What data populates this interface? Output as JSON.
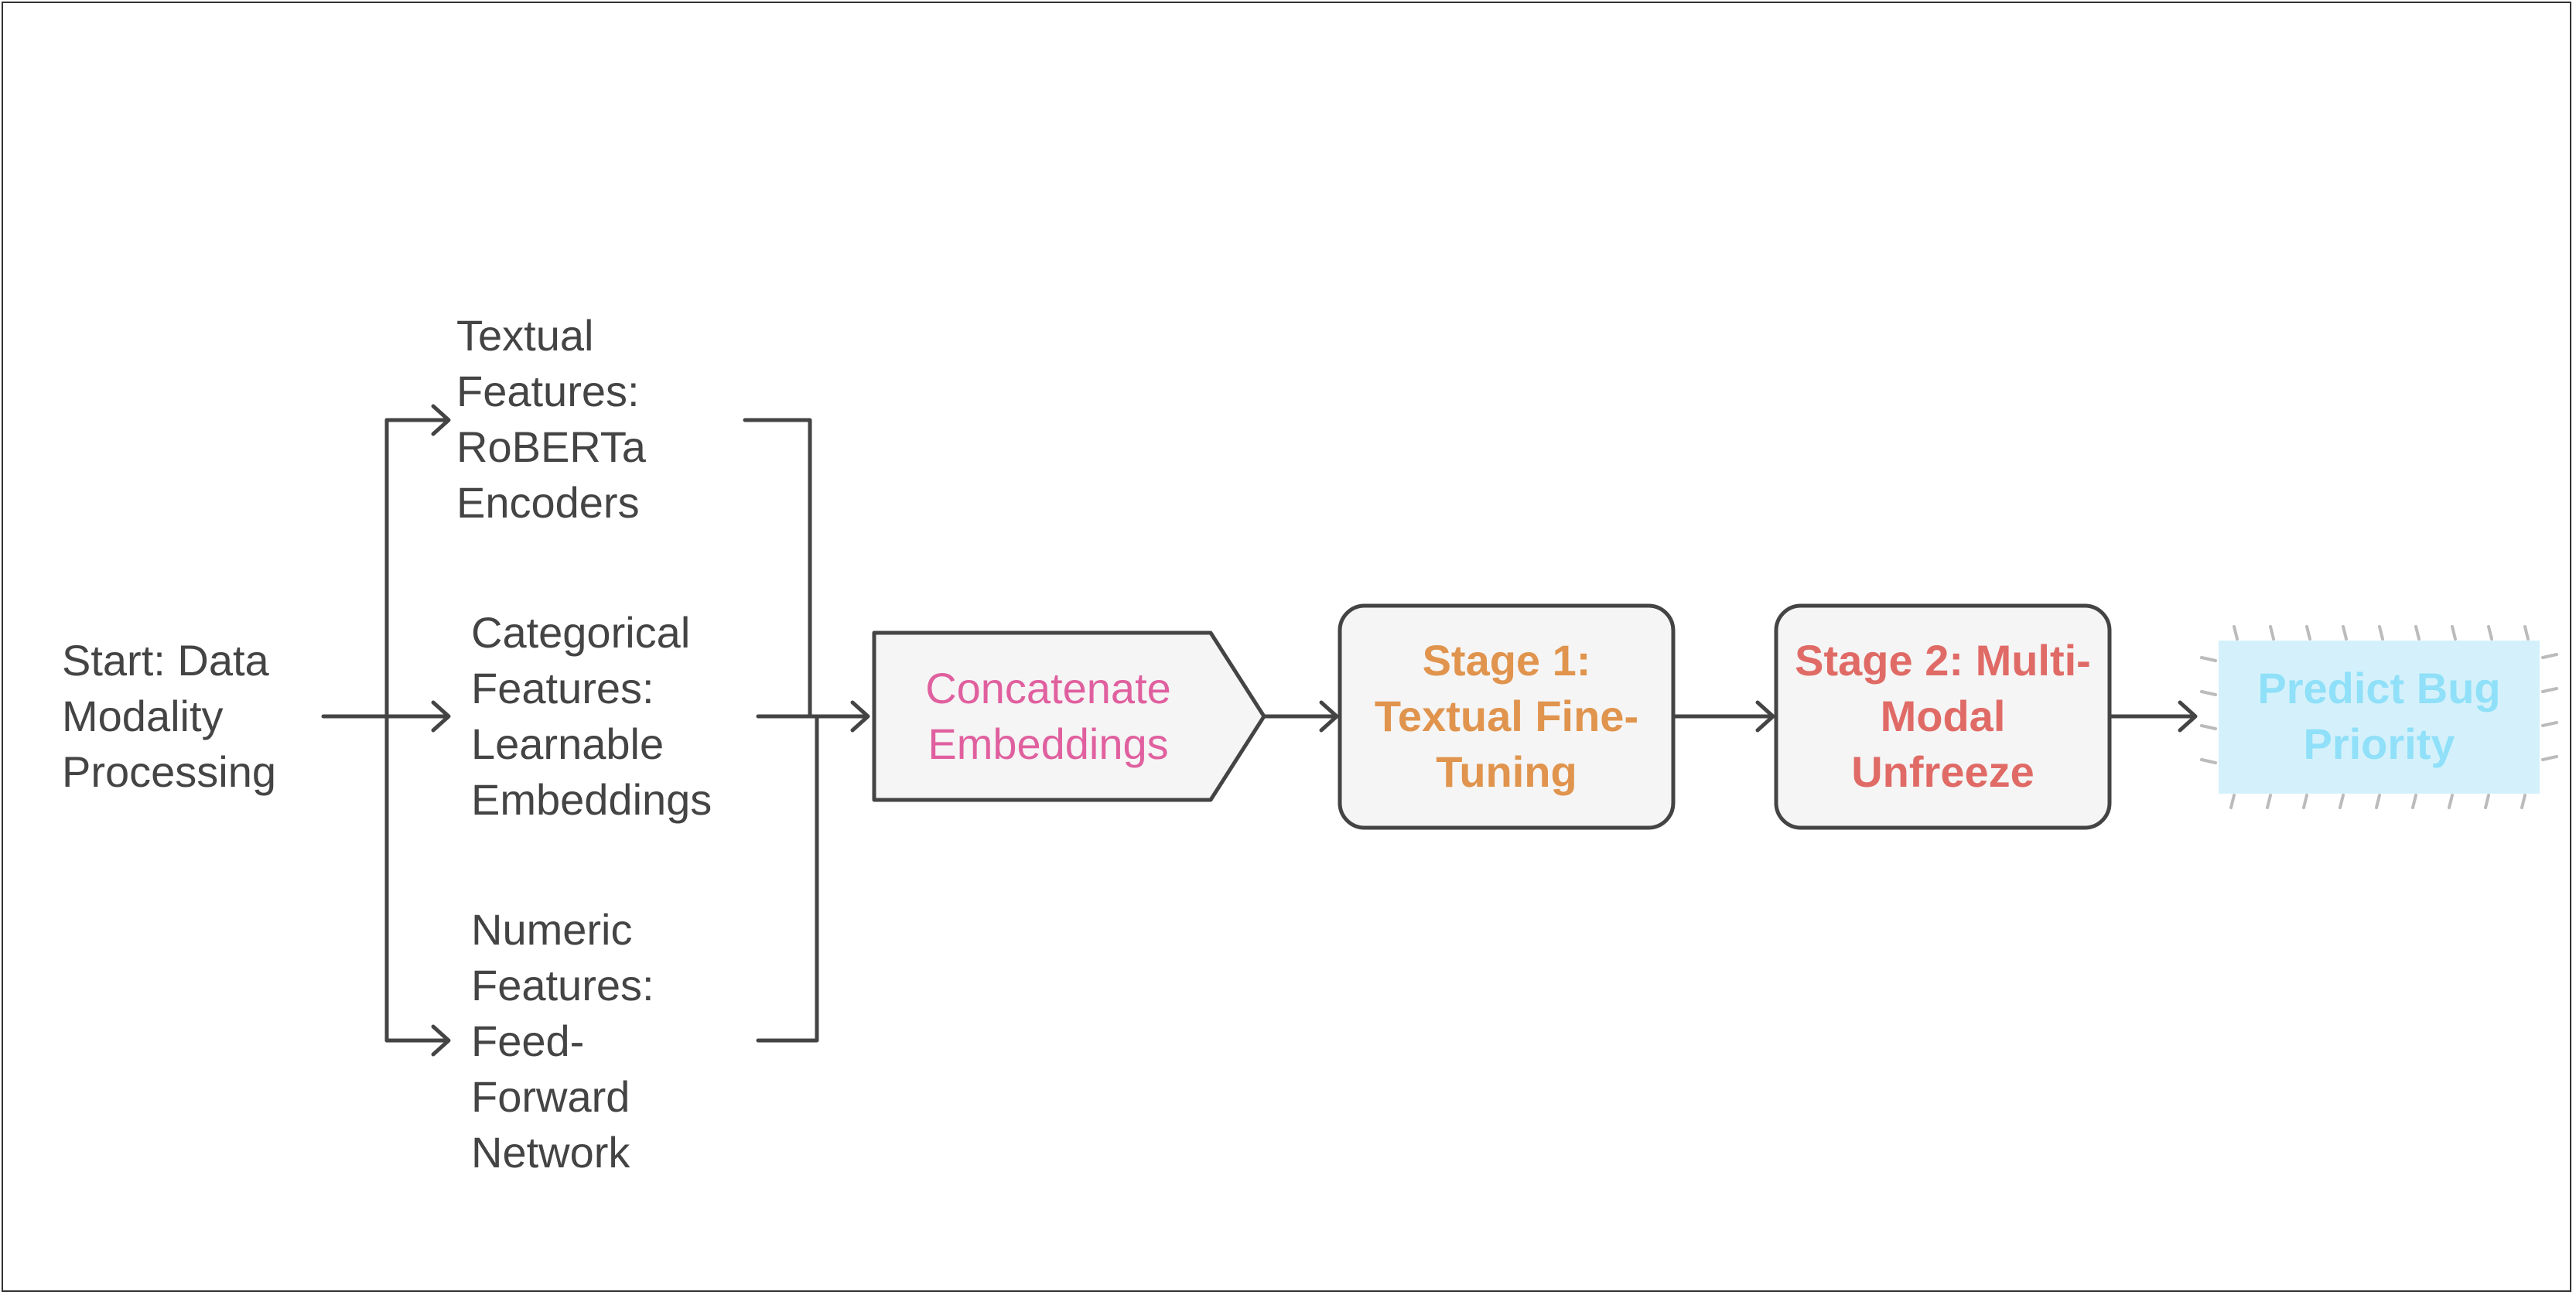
{
  "colors": {
    "stroke": "#444444",
    "box_fill": "#f5f5f5",
    "concatenate_text": "#e0609f",
    "stage1_text": "#e0944d",
    "stage2_text": "#e06b66",
    "predict_text": "#8fe0f8",
    "predict_fill": "#d4f1fb"
  },
  "nodes": {
    "start": "Start: Data Modality Processing",
    "textual": "Textual Features: RoBERTa Encoders",
    "categorical": "Categorical Features: Learnable Embeddings",
    "numeric": "Numeric Features: Feed-Forward Network",
    "concatenate": "Concatenate Embeddings",
    "stage1": "Stage 1: Textual Fine-Tuning",
    "stage2": "Stage 2: Multi-Modal Unfreeze",
    "predict": "Predict Bug Priority"
  }
}
